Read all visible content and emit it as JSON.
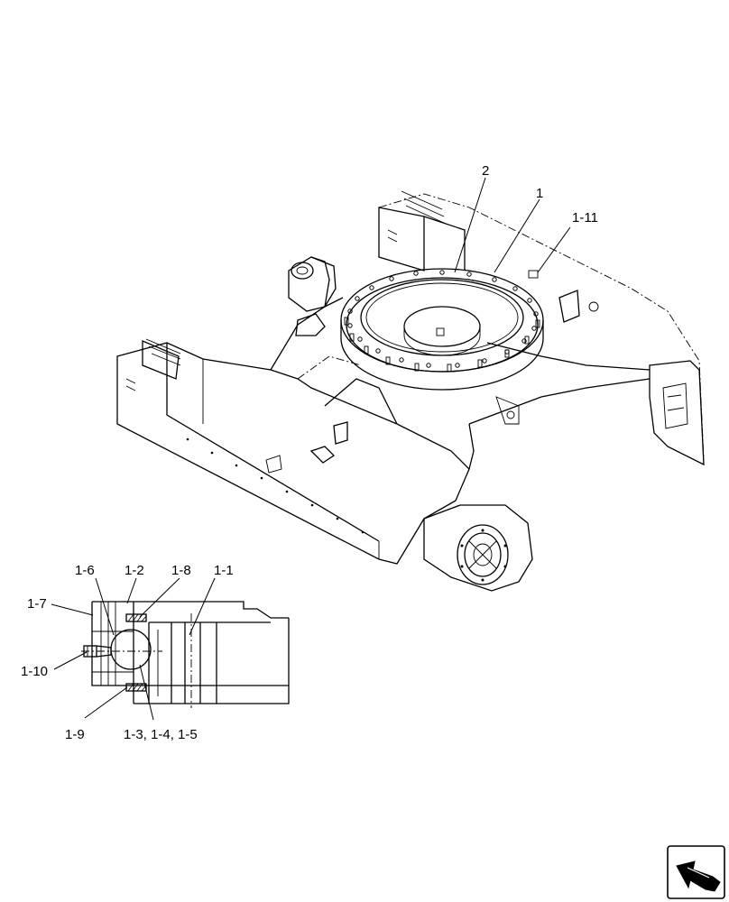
{
  "callouts": {
    "c2": "2",
    "c1": "1",
    "c1_11": "1-11",
    "c1_6": "1-6",
    "c1_2": "1-2",
    "c1_8": "1-8",
    "c1_1": "1-1",
    "c1_7": "1-7",
    "c1_10": "1-10",
    "c1_9": "1-9",
    "c1_3_4_5": "1-3, 1-4, 1-5"
  },
  "icons": {
    "corner": "back-arrow-icon"
  }
}
